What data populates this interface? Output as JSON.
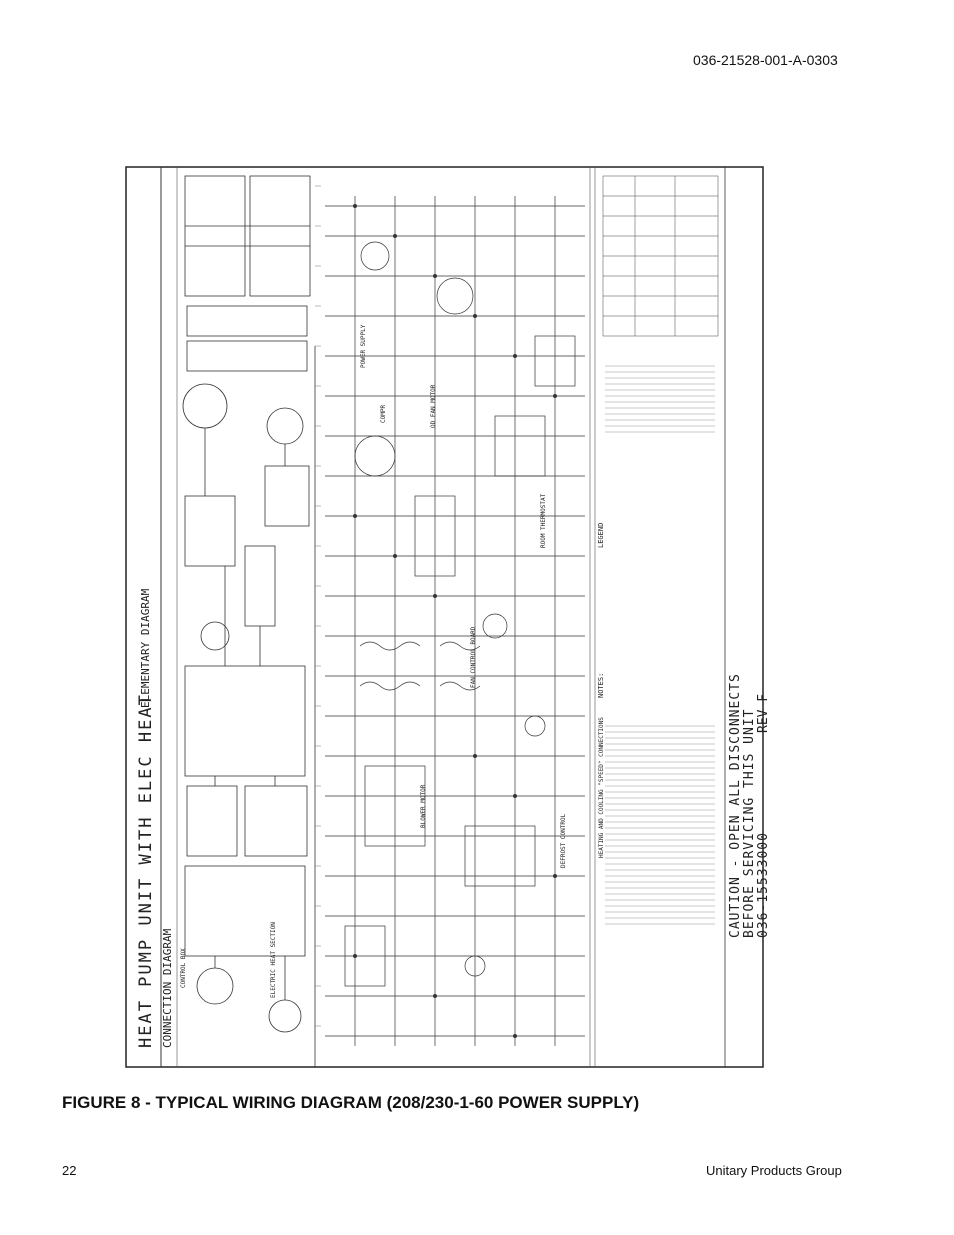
{
  "header": {
    "doc_number": "036-21528-001-A-0303"
  },
  "diagram": {
    "main_title": "HEAT PUMP UNIT WITH ELEC HEAT",
    "subtitle_connection": "CONNECTION DIAGRAM",
    "subtitle_elementary": "ELEMENTARY DIAGRAM",
    "caution_line1": "CAUTION - OPEN ALL DISCONNECTS",
    "caution_line2": "BEFORE SERVICING THIS UNIT",
    "part_number": "036-15533000",
    "revision": "REV F",
    "legend_heading": "LEGEND",
    "notes_heading": "NOTES:",
    "table_heading": "HEATING AND COOLING \"SPEED\" CONNECTIONS",
    "labels": {
      "control_box": "CONTROL BOX",
      "room_thermostat": "ROOM THERMOSTAT",
      "power_supply": "POWER SUPPLY",
      "compr": "COMPR",
      "od_fan_motor": "OD FAN MOTOR",
      "blower_motor": "BLOWER MOTOR",
      "defrost_control": "DEFROST CONTROL",
      "fan_control_board": "FAN CONTROL BOARD",
      "electric_heat_section": "ELECTRIC HEAT SECTION"
    }
  },
  "figure": {
    "caption": "FIGURE 8 - TYPICAL WIRING DIAGRAM (208/230-1-60 POWER SUPPLY)"
  },
  "footer": {
    "page_number": "22",
    "company": "Unitary Products Group"
  }
}
